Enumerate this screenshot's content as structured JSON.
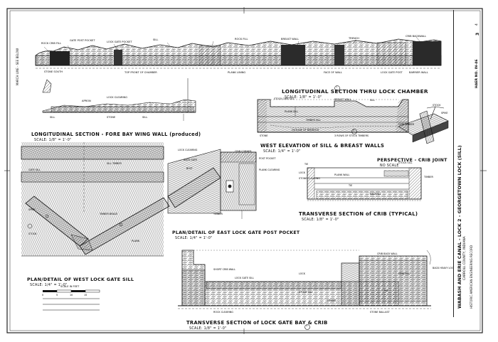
{
  "drawings": {
    "longitudinal_section": {
      "title": "LONGITUDINAL SECTION THRU LOCK CHAMBER",
      "scale": "SCALE: 1/8\" = 1'-0\"",
      "number": "1"
    },
    "fore_bay": {
      "title": "LONGITUDINAL SECTION - FORE BAY WING WALL (produced)",
      "scale": "SCALE: 1/8\" = 1'-0\""
    },
    "west_elevation": {
      "title": "WEST ELEVATION of SILL & BREAST WALLS",
      "scale": "SCALE: 1/4\" = 1'-0\"",
      "number": "2"
    },
    "perspective": {
      "title": "PERSPECTIVE - CRIB JOINT",
      "scale": "NO SCALE"
    },
    "transverse_crib": {
      "title": "TRANSVERSE SECTION of CRIB (TYPICAL)",
      "scale": "SCALE: 1/8\" = 1'-0\""
    },
    "plan_east": {
      "title": "PLAN/DETAIL OF EAST LOCK GATE POST POCKET",
      "scale": "SCALE: 1/4\" = 1'-0\""
    },
    "plan_west": {
      "title": "PLAN/DETAIL OF WEST LOCK GATE SILL",
      "scale": "SCALE: 1/4\" = 1'-0\""
    },
    "transverse_gate": {
      "title": "TRANSVERSE SECTION of LOCK GATE BAY & CRIB",
      "scale": "SCALE: 1/8\" = 1'-0\"",
      "number": "3"
    }
  },
  "labels": {
    "long_section": [
      "ROCK CRIB FILL",
      "GATE POST POCKET",
      "LOCK GATE POCKET",
      "SILL",
      "BREAST WALL",
      "CRIB BACKWALL",
      "TRENCH",
      "ROCK FILL",
      "STONE SOUTH",
      "TOP FRONT OF CHAMBER",
      "PLANK LINING",
      "FACE OF WALL",
      "BARRIER WALL",
      "LOCK GATE POST"
    ],
    "fore_bay": [
      "SILL",
      "LOCK CLEARING",
      "APRON",
      "SILL",
      "STONE"
    ],
    "west_elevation": [
      "STOCK CRIB SILL",
      "BREAST WALL",
      "SILL",
      "PLANK SILL",
      "TIMBER SILL",
      "OUTLINE OF BEDROCK",
      "STONE",
      "3 ROWS OF STOCK TIMBERS"
    ],
    "perspective": [
      "STOCK",
      "SPIKE",
      "CRIB TIMBER"
    ],
    "transverse_crib": [
      "TIE",
      "LOCK",
      "STONE CLEARING",
      "PLANK WALL",
      "BACKFILL",
      "STOCK SILL",
      "TIE",
      "TIMBER"
    ],
    "plan_east": [
      "LOCK CLEARING",
      "CRIB CORNER",
      "POST POCKET",
      "PLANK CLEARING",
      "TIMBER",
      "BACK GATE",
      "BOLT"
    ],
    "plan_west": [
      "SILL TIMBER",
      "GATE SILL",
      "SPIKE",
      "TIMBER BRACE",
      "STOCK",
      "PLANK"
    ],
    "transverse_gate": [
      "SHORT CRIB WALL",
      "CRIB BACK WALL",
      "LOCK GATE SILL",
      "LOCK",
      "STOCK SILL",
      "GRAVEL",
      "TIE",
      "ROCK CLEARING",
      "BACK HEAVY LOG",
      "CRIB FILL",
      "STONE BALLAST"
    ]
  },
  "scale_bar": {
    "title": "SCALE IN FEET",
    "ticks": [
      "0",
      "5",
      "10",
      "15"
    ]
  },
  "title_block": {
    "project": "WABASH AND ERIE CANAL - LOCK 2 - GEORGETOWN LOCK (SILL)",
    "location": "CARROLL COUNTY, INDIANA",
    "agency": "HISTORIC AMERICAN ENGINEERING RECORD",
    "survey": "HAER NO. IN-46",
    "sheet": "3",
    "of": "4"
  },
  "side_note": "MARCH LINE - SEE BELOW"
}
